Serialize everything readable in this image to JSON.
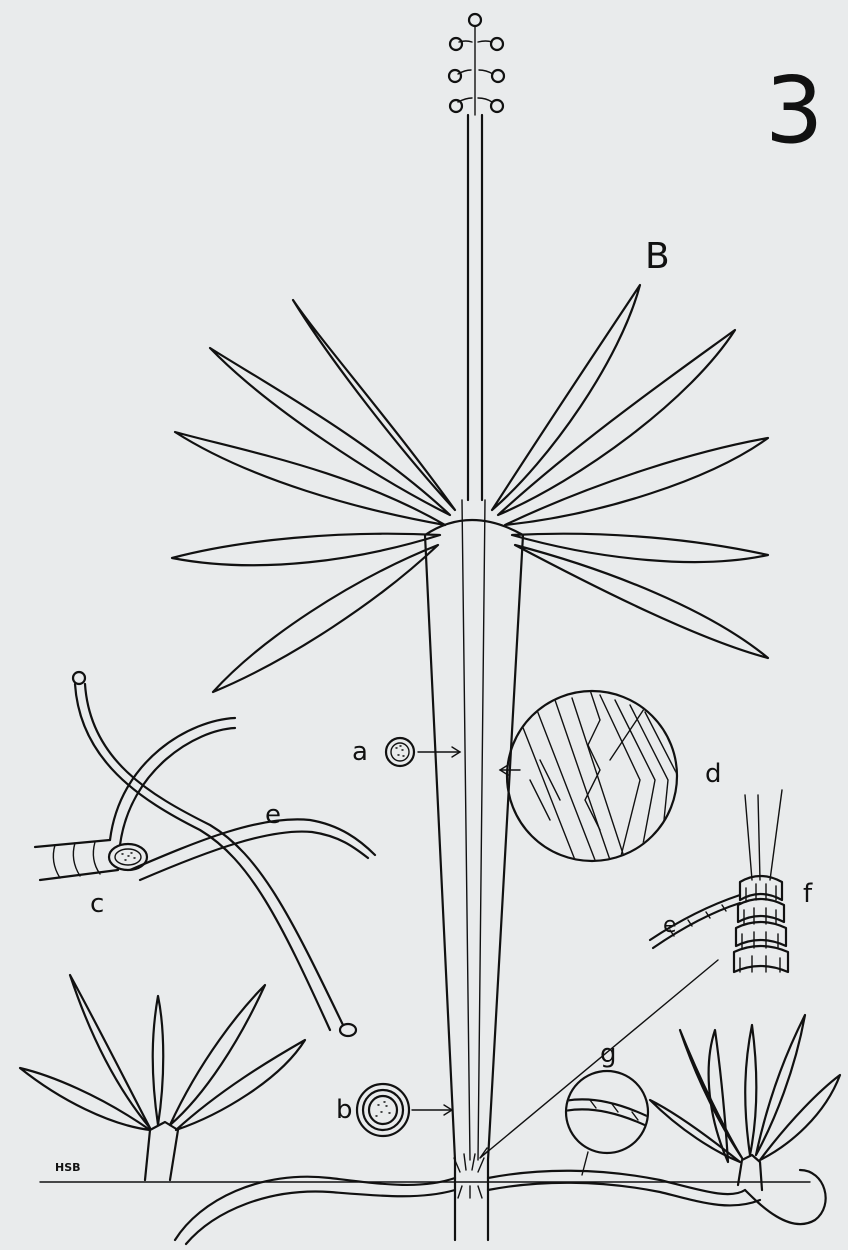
{
  "figure": {
    "number": "3",
    "panel_label": "B",
    "signature": "HSB",
    "detail_labels": {
      "a": "a",
      "b": "b",
      "c": "c",
      "d": "d",
      "e_root": "e",
      "e_detail": "e",
      "f": "f",
      "g": "g"
    }
  },
  "colors": {
    "background": "#e9ebec",
    "ink": "#111111"
  }
}
